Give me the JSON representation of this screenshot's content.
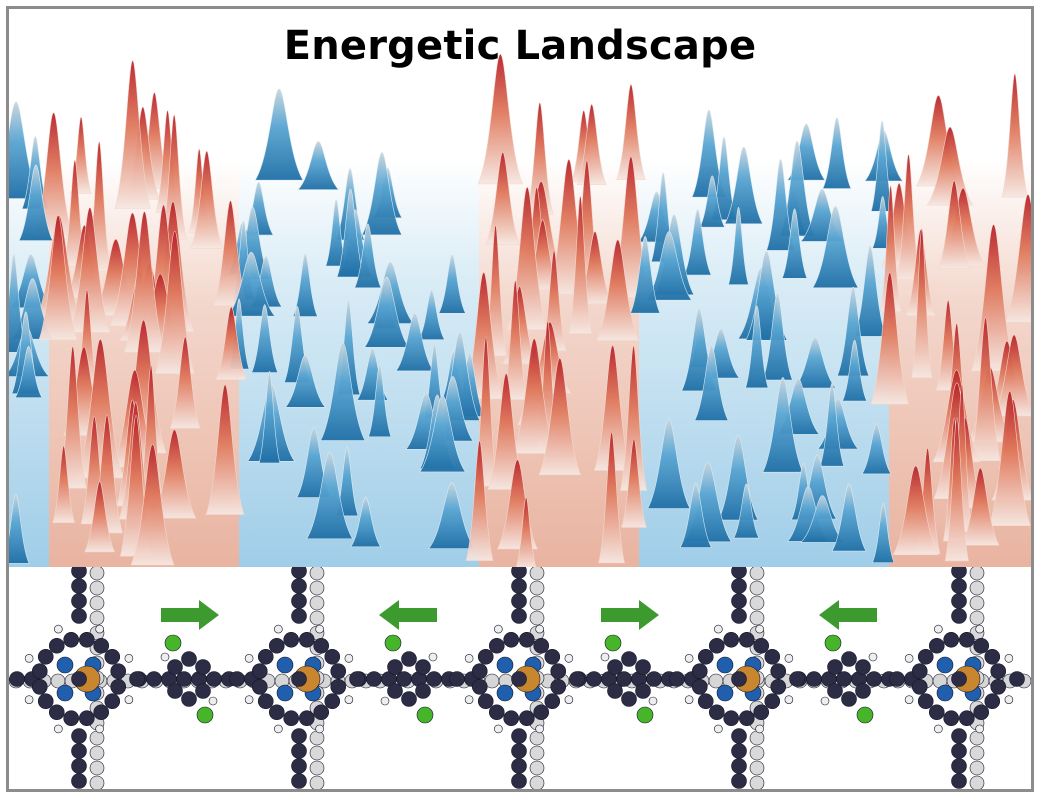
{
  "figure": {
    "title": "Energetic Landscape"
  },
  "colors": {
    "frame": "#8c8c8c",
    "landscape_low": "#3f93c7",
    "landscape_mid": "#eef4f7",
    "landscape_high": "#c42a2a",
    "carbon_atom": "#2c2c45",
    "nitrogen_atom": "#1f5fae",
    "hydrogen_atom": "#eeeeee",
    "metal_atom": "#c8862f",
    "chlorine_atom": "#46b52a",
    "arrow": "#3d9a2f"
  },
  "icons": {
    "porphyrin_unit": "metal-porphyrin-molecule-icon",
    "linker_unit": "dichlorobenzene-linker-icon",
    "arrow_right": "arrow-right-icon",
    "arrow_left": "arrow-left-icon"
  },
  "molecule_row": {
    "porphyrin_count": 5,
    "linker_count": 4,
    "arrows": [
      "right",
      "left",
      "right",
      "left"
    ]
  }
}
